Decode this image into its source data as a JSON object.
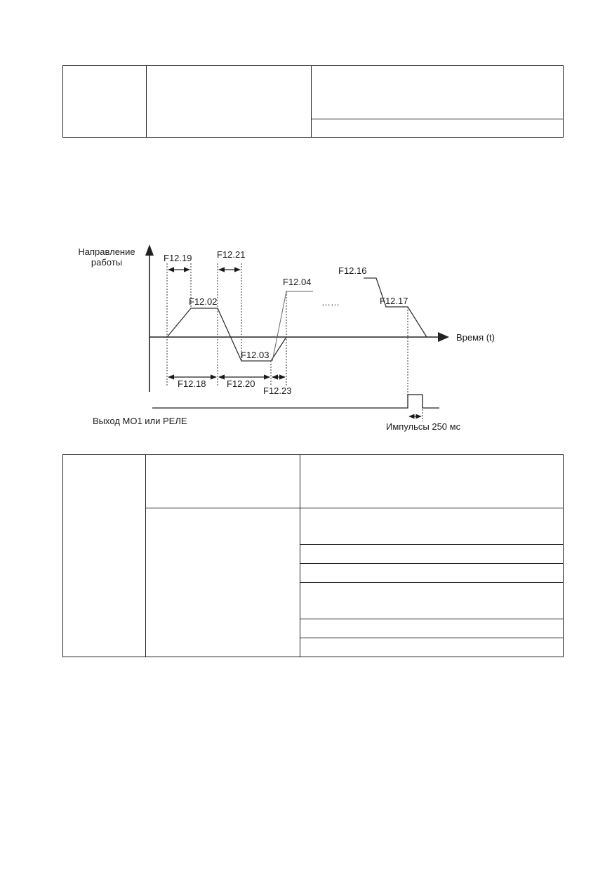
{
  "diagram": {
    "y_axis_label_line1": "Направление",
    "y_axis_label_line2": "работы",
    "x_axis_label": "Время (t)",
    "labels": {
      "f1219": "F12.19",
      "f1221": "F12.21",
      "f1202": "F12.02",
      "f1204": "F12.04",
      "f1216": "F12.16",
      "f1217": "F12.17",
      "f1203": "F12.03",
      "f1218": "F12.18",
      "f1220": "F12.20",
      "f1223": "F12.23"
    },
    "ellipsis": "……",
    "output_label": "Выход MO1 или РЕЛЕ",
    "pulse_label": "Импульсы 250 мс"
  }
}
